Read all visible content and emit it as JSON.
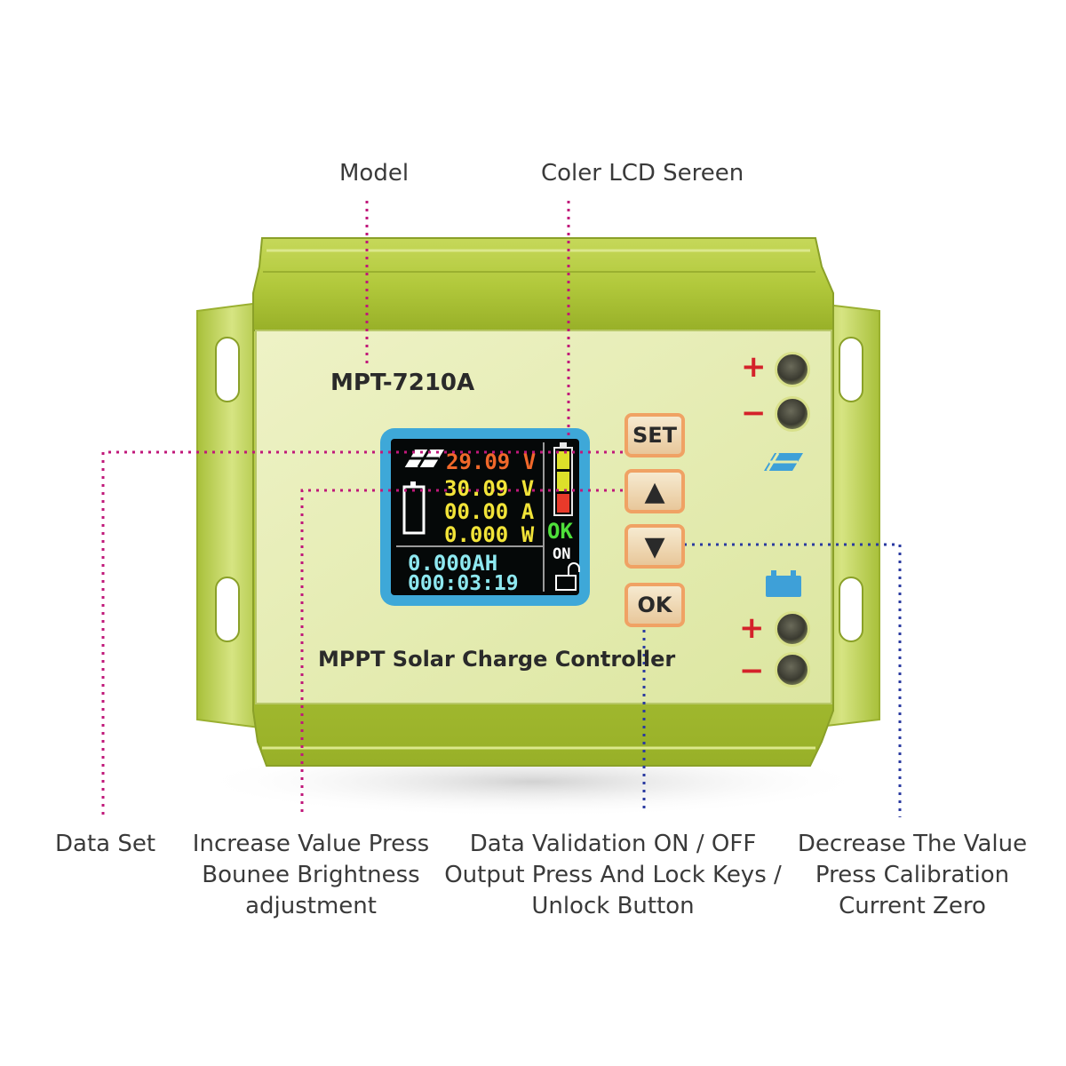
{
  "callouts": {
    "model": "Model",
    "lcd": "Coler LCD Sereen",
    "data_set": "Data Set",
    "increase_line1": "Increase Value Press",
    "increase_line2": "Bounee Brightness",
    "increase_line3": "adjustment",
    "ok_line1": "Data Validation ON / OFF",
    "ok_line2": "Output Press And Lock Keys /",
    "ok_line3": "Unlock Button",
    "decrease_line1": "Decrease The Value",
    "decrease_line2": "Press Calibration",
    "decrease_line3": "Current Zero"
  },
  "device": {
    "model": "MPT-7210A",
    "name": "MPPT Solar Charge Controller",
    "keys": {
      "set": "SET",
      "up": "▲",
      "down": "▼",
      "ok": "OK"
    },
    "terminals": {
      "plus": "+",
      "minus": "−"
    }
  },
  "lcd": {
    "input_voltage": "29.09 V",
    "output_voltage": "30.09 V",
    "current": "00.00 A",
    "power": "0.000 W",
    "capacity": "0.000AH",
    "time": "000:03:19",
    "ok_status": "OK",
    "output_state": "ON"
  },
  "colors": {
    "housing": "#b5cc3c",
    "face": "#e4ecac",
    "leader_line": "#c0187a",
    "leader_line_right": "#2a3aa0",
    "lcd_frame": "#3ea8d8",
    "key_border": "#f0a264"
  }
}
